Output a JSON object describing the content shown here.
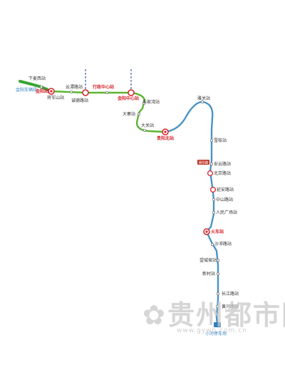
{
  "map": {
    "colors": {
      "green_line": "#5cb531",
      "blue_line": "#4a93c4",
      "interchange": "#d4232b",
      "depot_green": "#3aa335",
      "depot_blue": "#2f7fc1",
      "future_line": "#3b5fa8",
      "badge": "#c0392b"
    },
    "depots": {
      "north": "金阳车辆段",
      "south": "小河停车场"
    },
    "stations": {
      "xiamaixi": "下麦西站",
      "jinyang": "金阳站",
      "jiangjunshan": "将军山站",
      "yunjinlu": "云潭路站",
      "chengdelu": "诚德路站",
      "xingzheng": "行政中心站",
      "jinyang_center": "金阳中心站",
      "zhujiawan": "朱家湾站",
      "dazhai": "大寨站",
      "daguan": "大关站",
      "guiyangbei": "贵阳北站",
      "yanguan": "雅关站",
      "xizhong": "雪枝站",
      "jinyang_badge": "喜阳路",
      "anyunlu": "安云路站",
      "beijinglu": "北京路站",
      "yananlu": "延安路站",
      "zhongshanlu": "中山路站",
      "renminguangchang": "人民广场站",
      "huochezhan": "火车站",
      "shachonglu": "沙冲路站",
      "wangmingfen": "望城坡站",
      "xincun": "新村站",
      "changjianglu": "长江路站",
      "shanghaigaodi": "黄河路站"
    },
    "watermark": {
      "cn": "贵州都市网",
      "url": "www.gywb.com.cn"
    }
  }
}
